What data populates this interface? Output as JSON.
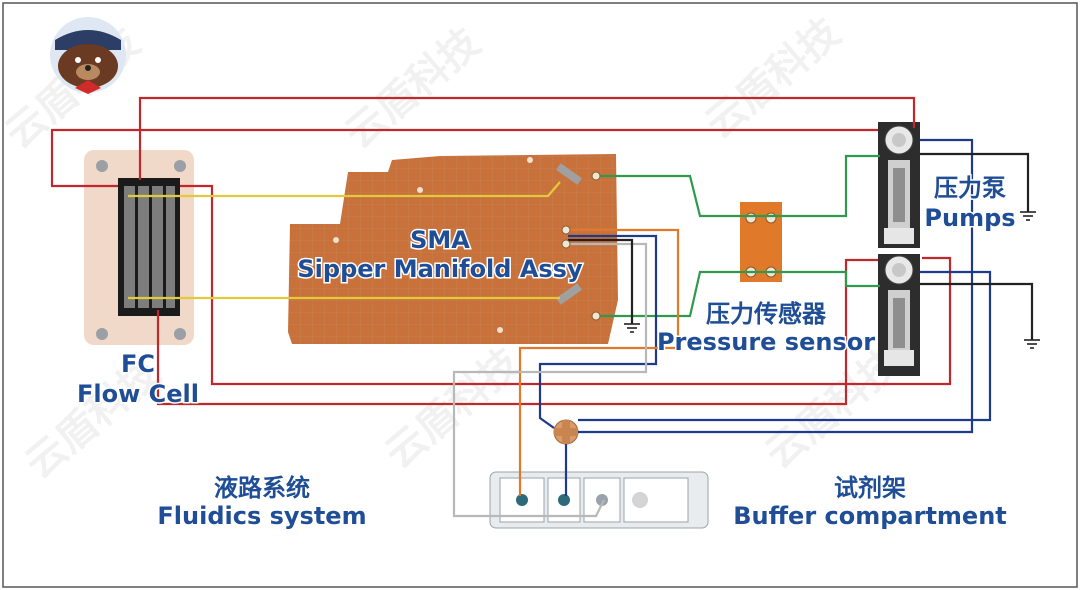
{
  "labels": {
    "fc_abbr": "FC",
    "fc_full": "Flow Cell",
    "sma_abbr": "SMA",
    "sma_full": "Sipper Manifold Assy",
    "pumps_cn": "压力泵",
    "pumps_en": "Pumps",
    "sensor_cn": "压力传感器",
    "sensor_en": "Pressure sensor",
    "fluidics_cn": "液路系统",
    "fluidics_en": "Fluidics system",
    "buffer_cn": "试剂架",
    "buffer_en": "Buffer compartment"
  },
  "watermark": "云盾科技",
  "colors": {
    "red": "#c0282d",
    "blue": "#1f3a8c",
    "yellow": "#e4c93a",
    "green": "#2e9a4e",
    "orange": "#e07a2a",
    "gray": "#b8b8b8",
    "black": "#222222",
    "label": "#1f4e96",
    "copper": "#c9713a"
  },
  "icons": {
    "logo": "bear-mascot-logo",
    "ground": "ground-symbol"
  }
}
